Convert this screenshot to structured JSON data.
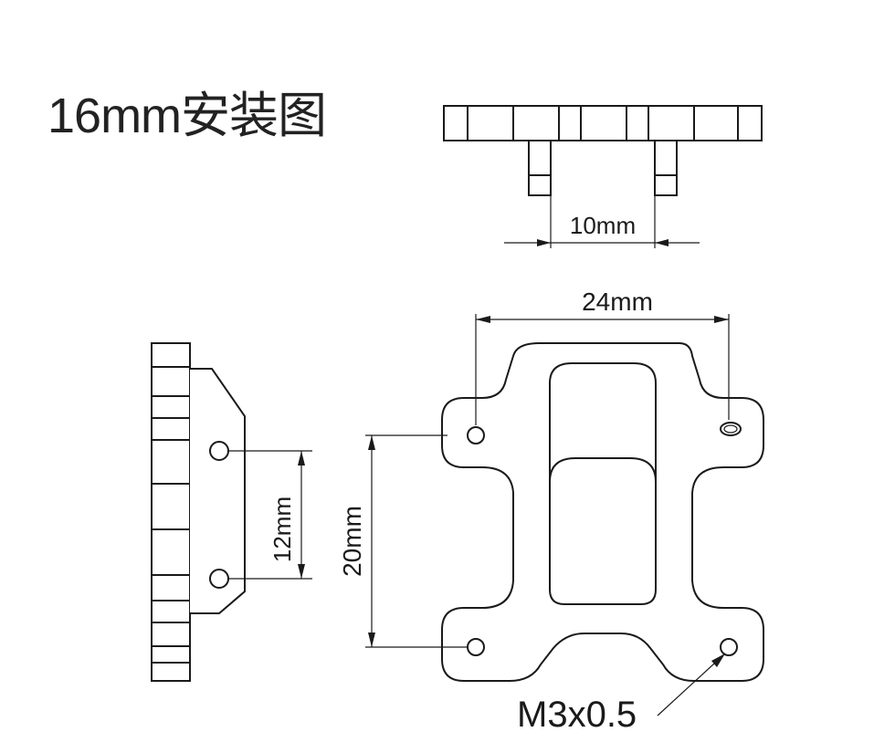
{
  "title": "16mm安装图",
  "dimensions": {
    "top_spacing": "10mm",
    "width": "24mm",
    "side_spacing": "12mm",
    "front_height": "20mm",
    "thread": "M3x0.5"
  },
  "colors": {
    "line": "#1a1a1a",
    "background": "#ffffff"
  }
}
